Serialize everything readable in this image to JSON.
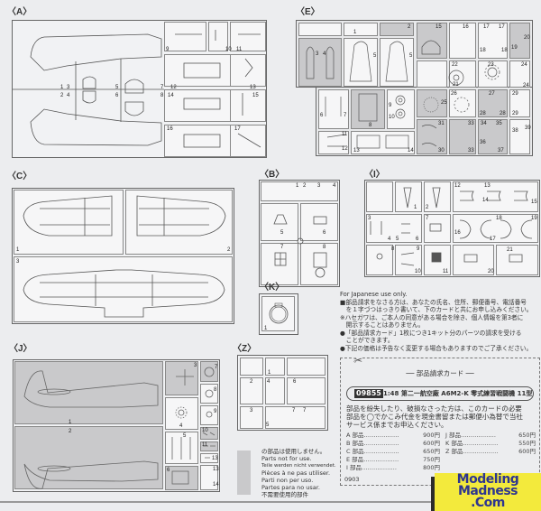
{
  "sprues": {
    "A": {
      "label": "〈A〉",
      "parts": [
        "1",
        "3",
        "2",
        "4",
        "5",
        "6",
        "7",
        "8",
        "9",
        "10",
        "11",
        "12",
        "13",
        "14",
        "15",
        "16",
        "17"
      ]
    },
    "E": {
      "label": "〈E〉",
      "parts": [
        "1",
        "2",
        "3",
        "4",
        "5",
        "5",
        "15",
        "16",
        "17",
        "17",
        "18",
        "18",
        "19",
        "20",
        "21",
        "22",
        "23",
        "24",
        "24",
        "25",
        "26",
        "27",
        "28",
        "28",
        "29",
        "29",
        "31",
        "30",
        "33",
        "33",
        "34",
        "35",
        "36",
        "37",
        "38",
        "39",
        "6",
        "7",
        "8",
        "9",
        "10",
        "11",
        "12",
        "13",
        "14"
      ]
    },
    "C": {
      "label": "〈C〉",
      "parts": [
        "1",
        "2",
        "3"
      ]
    },
    "B": {
      "label": "〈B〉",
      "parts": [
        "1",
        "2",
        "3",
        "4",
        "5",
        "6",
        "7",
        "8"
      ]
    },
    "I": {
      "label": "〈I〉",
      "parts": [
        "1",
        "2",
        "12",
        "13",
        "14",
        "15",
        "3",
        "4",
        "5",
        "6",
        "7",
        "16",
        "17",
        "18",
        "19",
        "8",
        "9",
        "10",
        "11",
        "20",
        "21"
      ]
    },
    "K": {
      "label": "〈K〉",
      "parts": [
        "1"
      ]
    },
    "J": {
      "label": "〈J〉",
      "parts": [
        "1",
        "2",
        "3",
        "7",
        "8",
        "4",
        "9",
        "5",
        "10",
        "11",
        "13",
        "6",
        "13",
        "14"
      ]
    },
    "Z": {
      "label": "〈Z〉",
      "parts": [
        "1",
        "2",
        "4",
        "6",
        "3",
        "7",
        "7",
        "5"
      ]
    }
  },
  "legend": {
    "lines": [
      "の部品は使用しません。",
      "Parts not for use.",
      "Teile werden nicht verwendet.",
      "Pièces à ne pas utiliser.",
      "Parti non per uso.",
      "Partes para no usar.",
      "不需要使用的部件"
    ],
    "swatch_color": "#c9c9cb"
  },
  "notice": {
    "lines": [
      "For Japanese use only.",
      "■部品請求をなさる方は、あなたの氏名、住所、郵便番号、電話番号",
      "　を１字づつはっきり書いて、下のカードと共にお申し込みください。",
      "※ハセガワは、ご本人の同意がある場合を除き、個人情報を第3者に",
      "　開示することはありません。",
      "●「部品請求カード」1枚につき1キット分のパーツの請求を受ける",
      "　ことができます。",
      "●下記の価格は予告なく変更する場合もありますのでご了承ください。"
    ]
  },
  "coupon": {
    "title": "── 部品請求カード ──",
    "product_code": "09855",
    "product_name": "1:48 第二一航空廠 A6M2-K 零式練習戦闘機 11型",
    "instructions": [
      "部品を紛失したり、破損なさった方は、このカードの必要",
      "部品を◯でかこみ代金を現金書留または郵便小為替で当社",
      "サービス係までお申込ください。"
    ],
    "prices_left": [
      {
        "part": "A 部品",
        "dots": "………………",
        "price": "900円"
      },
      {
        "part": "B 部品",
        "dots": "………………",
        "price": "600円"
      },
      {
        "part": "C 部品",
        "dots": "………………",
        "price": "650円"
      },
      {
        "part": "E 部品",
        "dots": "………………",
        "price": "750円"
      },
      {
        "part": "I 部品",
        "dots": "………………",
        "price": "800円"
      }
    ],
    "prices_right": [
      {
        "part": "J 部品",
        "dots": "………………",
        "price": "650円"
      },
      {
        "part": "K 部品",
        "dots": "………………",
        "price": "550円"
      },
      {
        "part": "Z 部品",
        "dots": "………………",
        "price": "600円"
      }
    ],
    "footer_code": "0903"
  },
  "watermark": {
    "line1": "Modeling",
    "line2": "Madness",
    "line3": ".Com",
    "bg": "#f3ea3c",
    "fg": "#2d3590"
  }
}
